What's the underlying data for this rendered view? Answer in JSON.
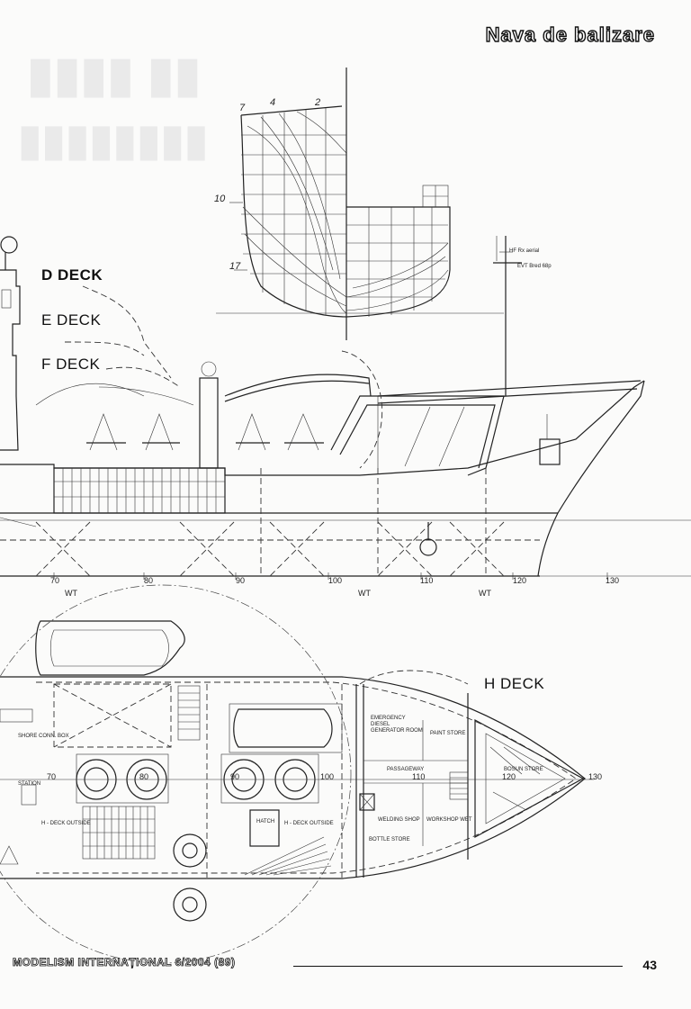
{
  "header": {
    "title": "Nava de balizare"
  },
  "profile": {
    "deck_labels": [
      "D DECK",
      "E DECK",
      "F DECK"
    ],
    "frame_numbers": [
      "70",
      "80",
      "90",
      "100",
      "110",
      "120",
      "130"
    ],
    "wt_marks": [
      "WT",
      "WT",
      "WT"
    ],
    "mast_labels": [
      "HF Rx aerial",
      "EVT Bred 68p"
    ]
  },
  "body_plan": {
    "station_numbers": [
      "7",
      "4",
      "2",
      "10",
      "17"
    ]
  },
  "plan": {
    "deck_label": "H DECK",
    "frame_numbers": [
      "70",
      "80",
      "90",
      "100",
      "110",
      "120",
      "130"
    ],
    "rooms": {
      "shore_conn": "SHORE CONN. BOX",
      "emergency_gen": "EMERGENCY DIESEL GENERATOR ROOM",
      "paint_store": "PAINT STORE",
      "passageway": "PASSAGEWAY",
      "bosun_store": "BOSUN STORE",
      "welding_shop": "WELDING SHOP",
      "workshop_wet": "WORKSHOP WET",
      "bottle_store": "BOTTLE STORE",
      "hatch": "HATCH",
      "h_deck_outside_left": "H - DECK OUTSIDE",
      "h_deck_outside_right": "H - DECK OUTSIDE",
      "station": "STATION"
    }
  },
  "footer": {
    "publication": "MODELISM INTERNAȚIONAL 6/2004 (89)",
    "page_number": "43"
  }
}
